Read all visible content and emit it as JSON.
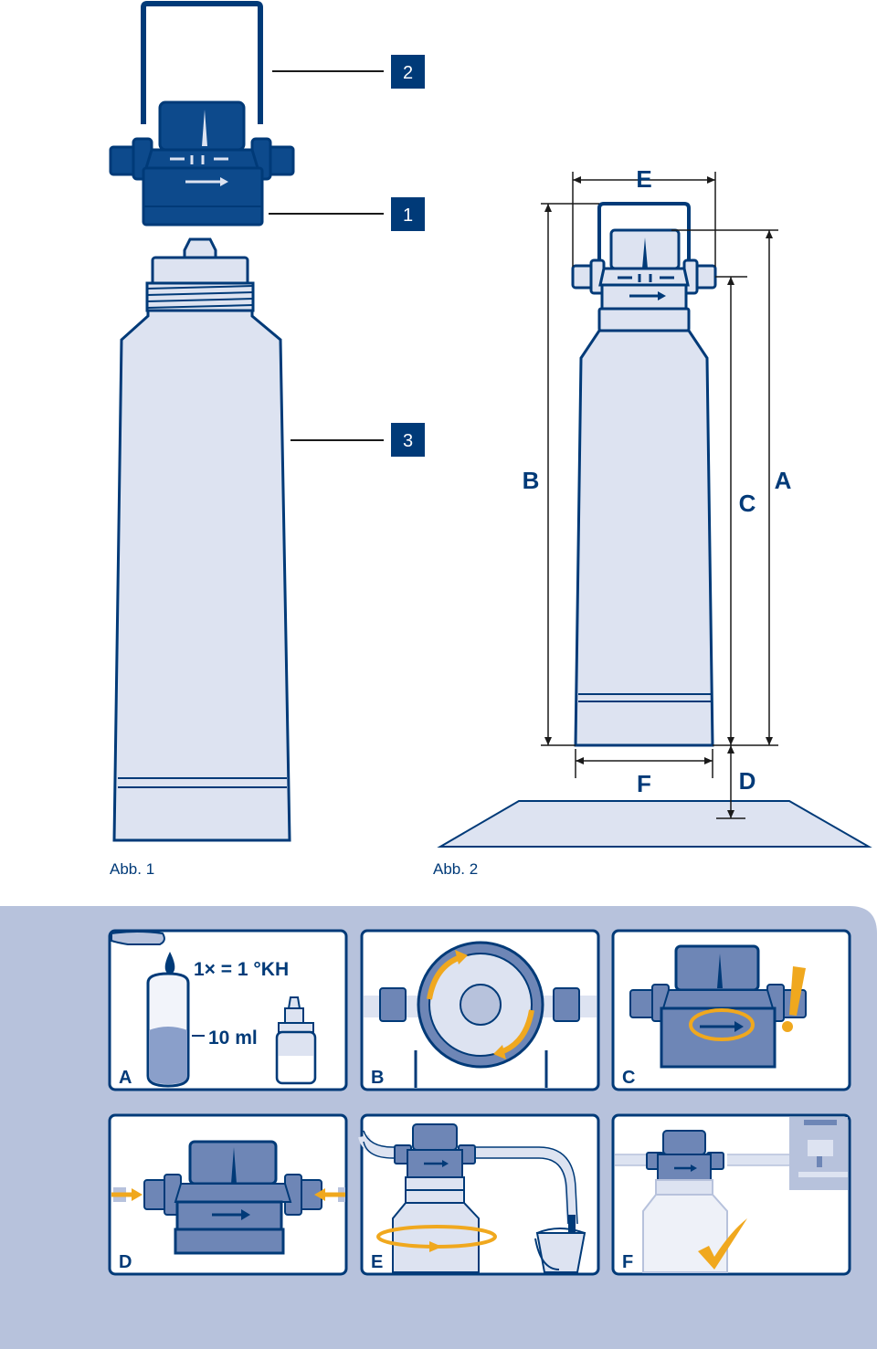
{
  "figure1": {
    "caption": "Abb. 1",
    "callouts": [
      "2",
      "1",
      "3"
    ]
  },
  "figure2": {
    "caption": "Abb. 2",
    "dimensions": {
      "a": "A",
      "b": "B",
      "c": "C",
      "d": "D",
      "e": "E",
      "f": "F"
    }
  },
  "steps": {
    "a": {
      "letter": "A",
      "formula": "1× = 1 °KH",
      "volume": "10 ml"
    },
    "b": {
      "letter": "B"
    },
    "c": {
      "letter": "C"
    },
    "d": {
      "letter": "D"
    },
    "e": {
      "letter": "E"
    },
    "f": {
      "letter": "F"
    }
  },
  "colors": {
    "navy": "#003a78",
    "navy_fill": "#0d4a8c",
    "body_fill": "#dde3f1",
    "panel_bg": "#b7c2dc",
    "head_fill": "#6e86b6",
    "accent": "#f0a81e"
  }
}
